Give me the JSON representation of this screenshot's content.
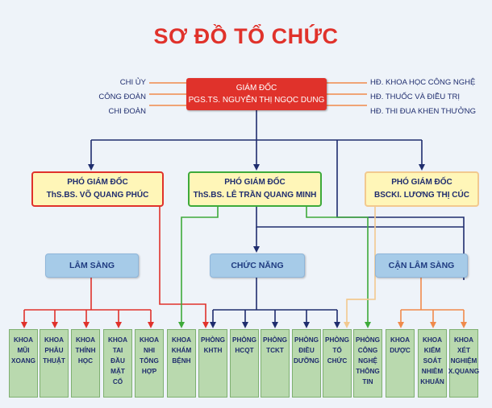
{
  "title": "SƠ ĐỒ TỔ CHỨC",
  "left_links": [
    "CHI ỦY",
    "CÔNG ĐOÀN",
    "CHI ĐOÀN"
  ],
  "right_links": [
    "HĐ. KHOA HỌC CÔNG NGHỆ",
    "HĐ. THUỐC VÀ ĐIỀU TRỊ",
    "HĐ. THI ĐUA KHEN THƯỞNG"
  ],
  "director": {
    "role": "GIÁM ĐỐC",
    "name": "PGS.TS. NGUYỄN THỊ NGỌC DUNG"
  },
  "deputies": [
    {
      "role": "PHÓ GIÁM ĐỐC",
      "name": "ThS.BS. VÕ QUANG PHÚC"
    },
    {
      "role": "PHÓ GIÁM ĐỐC",
      "name": "ThS.BS. LÊ TRẦN QUANG MINH"
    },
    {
      "role": "PHÓ GIÁM ĐỐC",
      "name": "BSCKI. LƯƠNG THỊ CÚC"
    }
  ],
  "groups": [
    "LÂM SÀNG",
    "CHỨC NĂNG",
    "CẬN LÂM SÀNG"
  ],
  "units": [
    [
      "KHOA",
      "MŨI",
      "XOANG"
    ],
    [
      "KHOA",
      "PHẪU",
      "THUẬT"
    ],
    [
      "KHOA",
      "THÍNH",
      "HỌC"
    ],
    [
      "KHOA",
      "TAI",
      "ĐẦU",
      "MẶT",
      "CỔ"
    ],
    [
      "KHOA",
      "NHI",
      "TỔNG",
      "HỢP"
    ],
    [
      "KHOA",
      "KHÁM",
      "BỆNH"
    ],
    [
      "PHÒNG",
      "KHTH"
    ],
    [
      "PHÒNG",
      "HCQT"
    ],
    [
      "PHÒNG",
      "TCKT"
    ],
    [
      "PHÒNG",
      "ĐIỀU",
      "DƯỠNG"
    ],
    [
      "PHÒNG",
      "TỔ",
      "CHỨC"
    ],
    [
      "PHÒNG",
      "CÔNG",
      "NGHỆ",
      "THÔNG",
      "TIN"
    ],
    [
      "KHOA",
      "DƯỢC"
    ],
    [
      "KHOA",
      "KIỂM",
      "SOÁT",
      "NHIỄM",
      "KHUẨN"
    ],
    [
      "KHOA",
      "XÉT",
      "NGHIỆM",
      "X.QUANG"
    ]
  ],
  "colors": {
    "title": "#e0322b",
    "director_fill": "#e0322b",
    "navy_line": "#1f2d6e",
    "red_line": "#e0322b",
    "green_line": "#3eaa3a",
    "peach_line": "#f2c98f",
    "orange_line": "#f08a4b",
    "group_fill": "#a6cbe8",
    "unit_fill": "#b9d9ae",
    "deputy_fill": "#fff6b8"
  }
}
